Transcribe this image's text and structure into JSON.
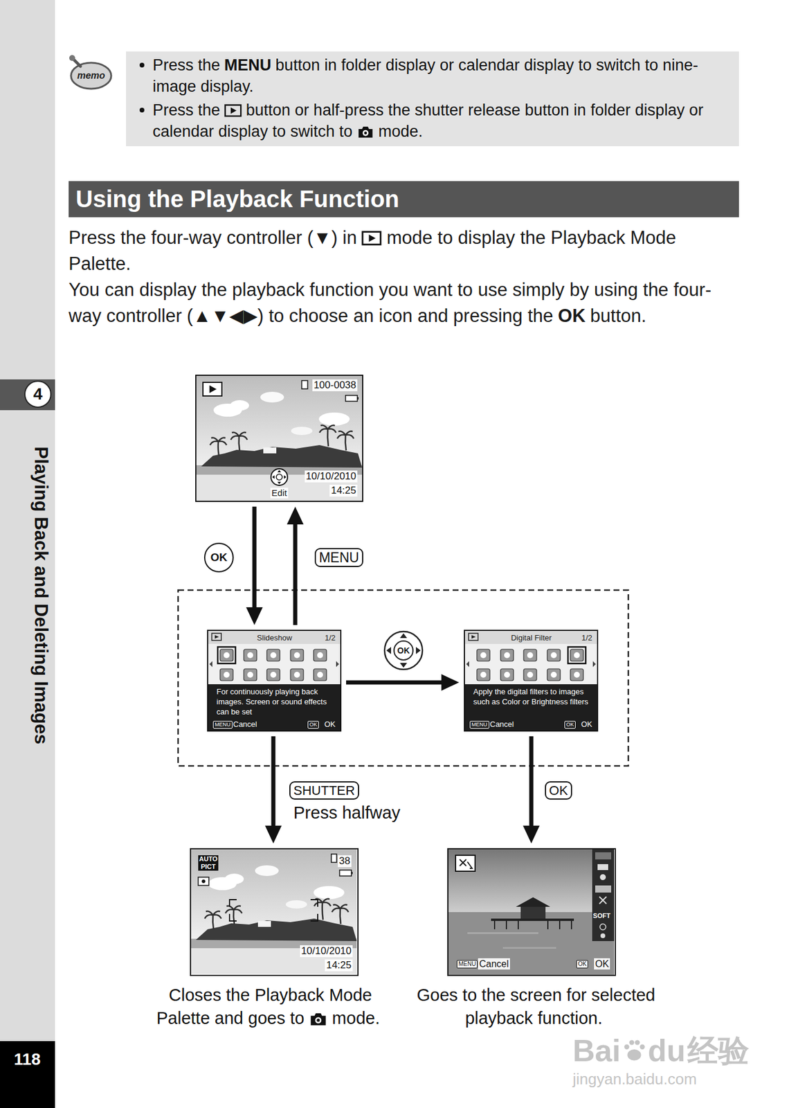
{
  "diagram": {
    "title": "Using the Playback Function",
    "nodes": [
      {
        "text": [
          "Press the",
          "MENU",
          "button in folder display or calendar display to switch to nine-image display.",
          "Press the",
          "button or half-press the shutter release button in folder display or calendar display to switch to",
          "mode."
        ]
      },
      {
        "text": [
          "100-0038",
          "10/10/2010",
          "14:25",
          "Edit"
        ]
      },
      {
        "text": [
          "Slideshow",
          "1/2",
          "For continuously playing back images. Screen or sound effects can be set",
          "MENU",
          "Cancel",
          "OK",
          "OK"
        ]
      },
      {
        "text": [
          "Digital Filter",
          "1/2",
          "Apply the digital filters to images such as Color or Brightness filters",
          "MENU",
          "Cancel",
          "OK",
          "OK"
        ]
      },
      {
        "text": [
          "AUTO PICT",
          "38",
          "10/10/2010",
          "14:25"
        ]
      },
      {
        "text": [
          "SOFT",
          "MENU",
          "Cancel",
          "OK",
          "OK"
        ]
      },
      {
        "text": [
          "4"
        ]
      },
      {
        "text": [
          "118"
        ]
      }
    ],
    "edges": [
      {
        "from": 1,
        "to": 2,
        "arrow": "to",
        "label": "OK"
      },
      {
        "from": 2,
        "to": 1,
        "arrow": "to",
        "label": "MENU"
      },
      {
        "from": 2,
        "to": 3,
        "arrow": "to",
        "label": "OK"
      },
      {
        "from": 2,
        "to": 4,
        "arrow": "to",
        "label": "SHUTTER"
      },
      {
        "from": 3,
        "to": 5,
        "arrow": "to",
        "label": "OK"
      }
    ],
    "labels": [
      "memo",
      "Press the four-way controller (▼) in",
      "mode to display the Playback Mode Palette.",
      "You can display the playback function you want to use simply by using the four-way controller (▲▼◀▶) to choose an icon and pressing the",
      "OK",
      "button.",
      "Press halfway",
      "Closes the Playback Mode Palette and goes to",
      "mode.",
      "Goes to the screen for selected playback function.",
      "Playing Back and Deleting Images",
      "Bai",
      "du",
      "经验",
      "jingyan.baidu.com"
    ]
  }
}
